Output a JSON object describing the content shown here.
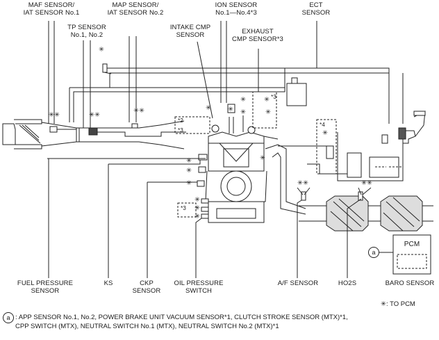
{
  "labels": {
    "maf_iat": "MAF SENSOR/\nIAT SENSOR No.1",
    "map_iat2": "MAP SENSOR/\nIAT SENSOR No.2",
    "ion": "ION SENSOR\nNo.1—No.4*3",
    "ect": "ECT\nSENSOR",
    "tp": "TP SENSOR\nNo.1, No.2",
    "intake_cmp": "INTAKE CMP\nSENSOR",
    "exhaust_cmp": "EXHAUST\nCMP SENSOR*3",
    "fuel_pressure": "FUEL PRESSURE\nSENSOR",
    "ks": "KS",
    "ckp": "CKP\nSENSOR",
    "oil_pressure": "OIL PRESSURE\nSWITCH",
    "af": "A/F SENSOR",
    "ho2s": "HO2S",
    "baro": "BARO SENSOR",
    "pcm": "PCM"
  },
  "marks": {
    "star": "✳",
    "note2": "*2",
    "note3": "*3",
    "note4": "*4",
    "circle_a": "a"
  },
  "legend": {
    "to_pcm": "✳: TO PCM"
  },
  "footnote": {
    "symbol": "a",
    "line1": ": APP SENSOR No.1, No.2, POWER BRAKE UNIT VACUUM SENSOR*1, CLUTCH STROKE SENSOR (MTX)*1,",
    "line2": "CPP SWITCH (MTX), NEUTRAL SWITCH No.1 (MTX), NEUTRAL SWITCH No.2 (MTX)*1"
  }
}
